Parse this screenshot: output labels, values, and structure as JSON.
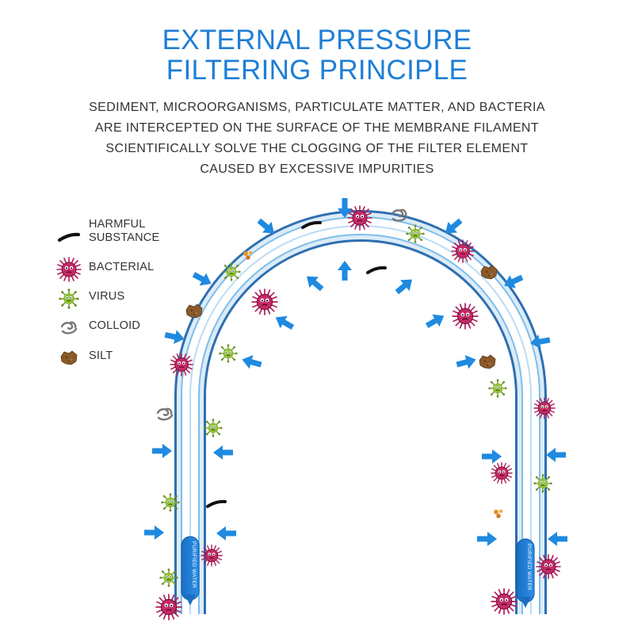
{
  "title": {
    "line1": "EXTERNAL PRESSURE",
    "line2": "FILTERING PRINCIPLE"
  },
  "description": {
    "lines": [
      "SEDIMENT, MICROORGANISMS, PARTICULATE MATTER, AND BACTERIA",
      "ARE INTERCEPTED ON THE SURFACE OF THE MEMBRANE FILAMENT",
      "SCIENTIFICALLY SOLVE THE CLOGGING OF THE FILTER ELEMENT",
      "CAUSED BY EXCESSIVE IMPURITIES"
    ]
  },
  "legend": [
    {
      "icon": "harmful-substance-icon",
      "label_lines": [
        "HARMFUL",
        "SUBSTANCE"
      ]
    },
    {
      "icon": "bacteria-icon",
      "label_lines": [
        "BACTERIAL"
      ]
    },
    {
      "icon": "virus-icon",
      "label_lines": [
        "VIRUS"
      ]
    },
    {
      "icon": "colloid-icon",
      "label_lines": [
        "COLLOID"
      ]
    },
    {
      "icon": "silt-icon",
      "label_lines": [
        "SILT"
      ]
    }
  ],
  "membrane": {
    "left_label": "PURIFIED WATER",
    "right_label": "PURIFIED WATER"
  },
  "colors": {
    "title": "#1f7ed6",
    "text": "#333333",
    "arrow": "#1f8ae0",
    "membrane_outer": "#4d9ed8",
    "membrane_inner": "#ffffff",
    "bacteria": "#b01e58",
    "virus": "#7fa631",
    "silt": "#8a5a2b",
    "colloid": "#777777",
    "harmful": "#111111"
  }
}
